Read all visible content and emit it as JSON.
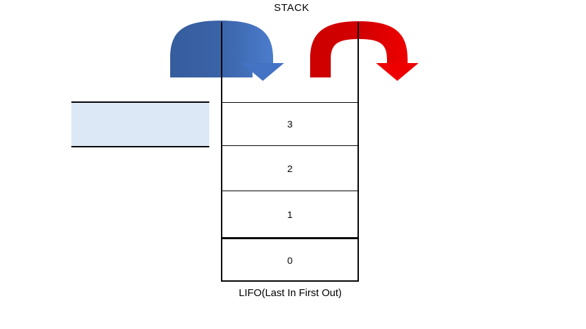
{
  "diagram": {
    "title": "STACK",
    "caption": "LIFO(Last In First Out)",
    "background_color": "#ffffff"
  },
  "input_box": {
    "label": "",
    "fill_color": "#dce8f5",
    "border_color": "#000000"
  },
  "stack": {
    "cells": [
      {
        "value": "3"
      },
      {
        "value": "2"
      },
      {
        "value": "1"
      },
      {
        "value": "0"
      }
    ],
    "wall_color": "#000000"
  },
  "arrows": [
    {
      "name": "push-arrow",
      "semantic": "push",
      "color_tail": "#355d9e",
      "color_head": "#4472c4",
      "direction": "down"
    },
    {
      "name": "pop-arrow",
      "semantic": "pop",
      "color_tail": "#cc0000",
      "color_head": "#ee0000",
      "direction": "down"
    }
  ]
}
